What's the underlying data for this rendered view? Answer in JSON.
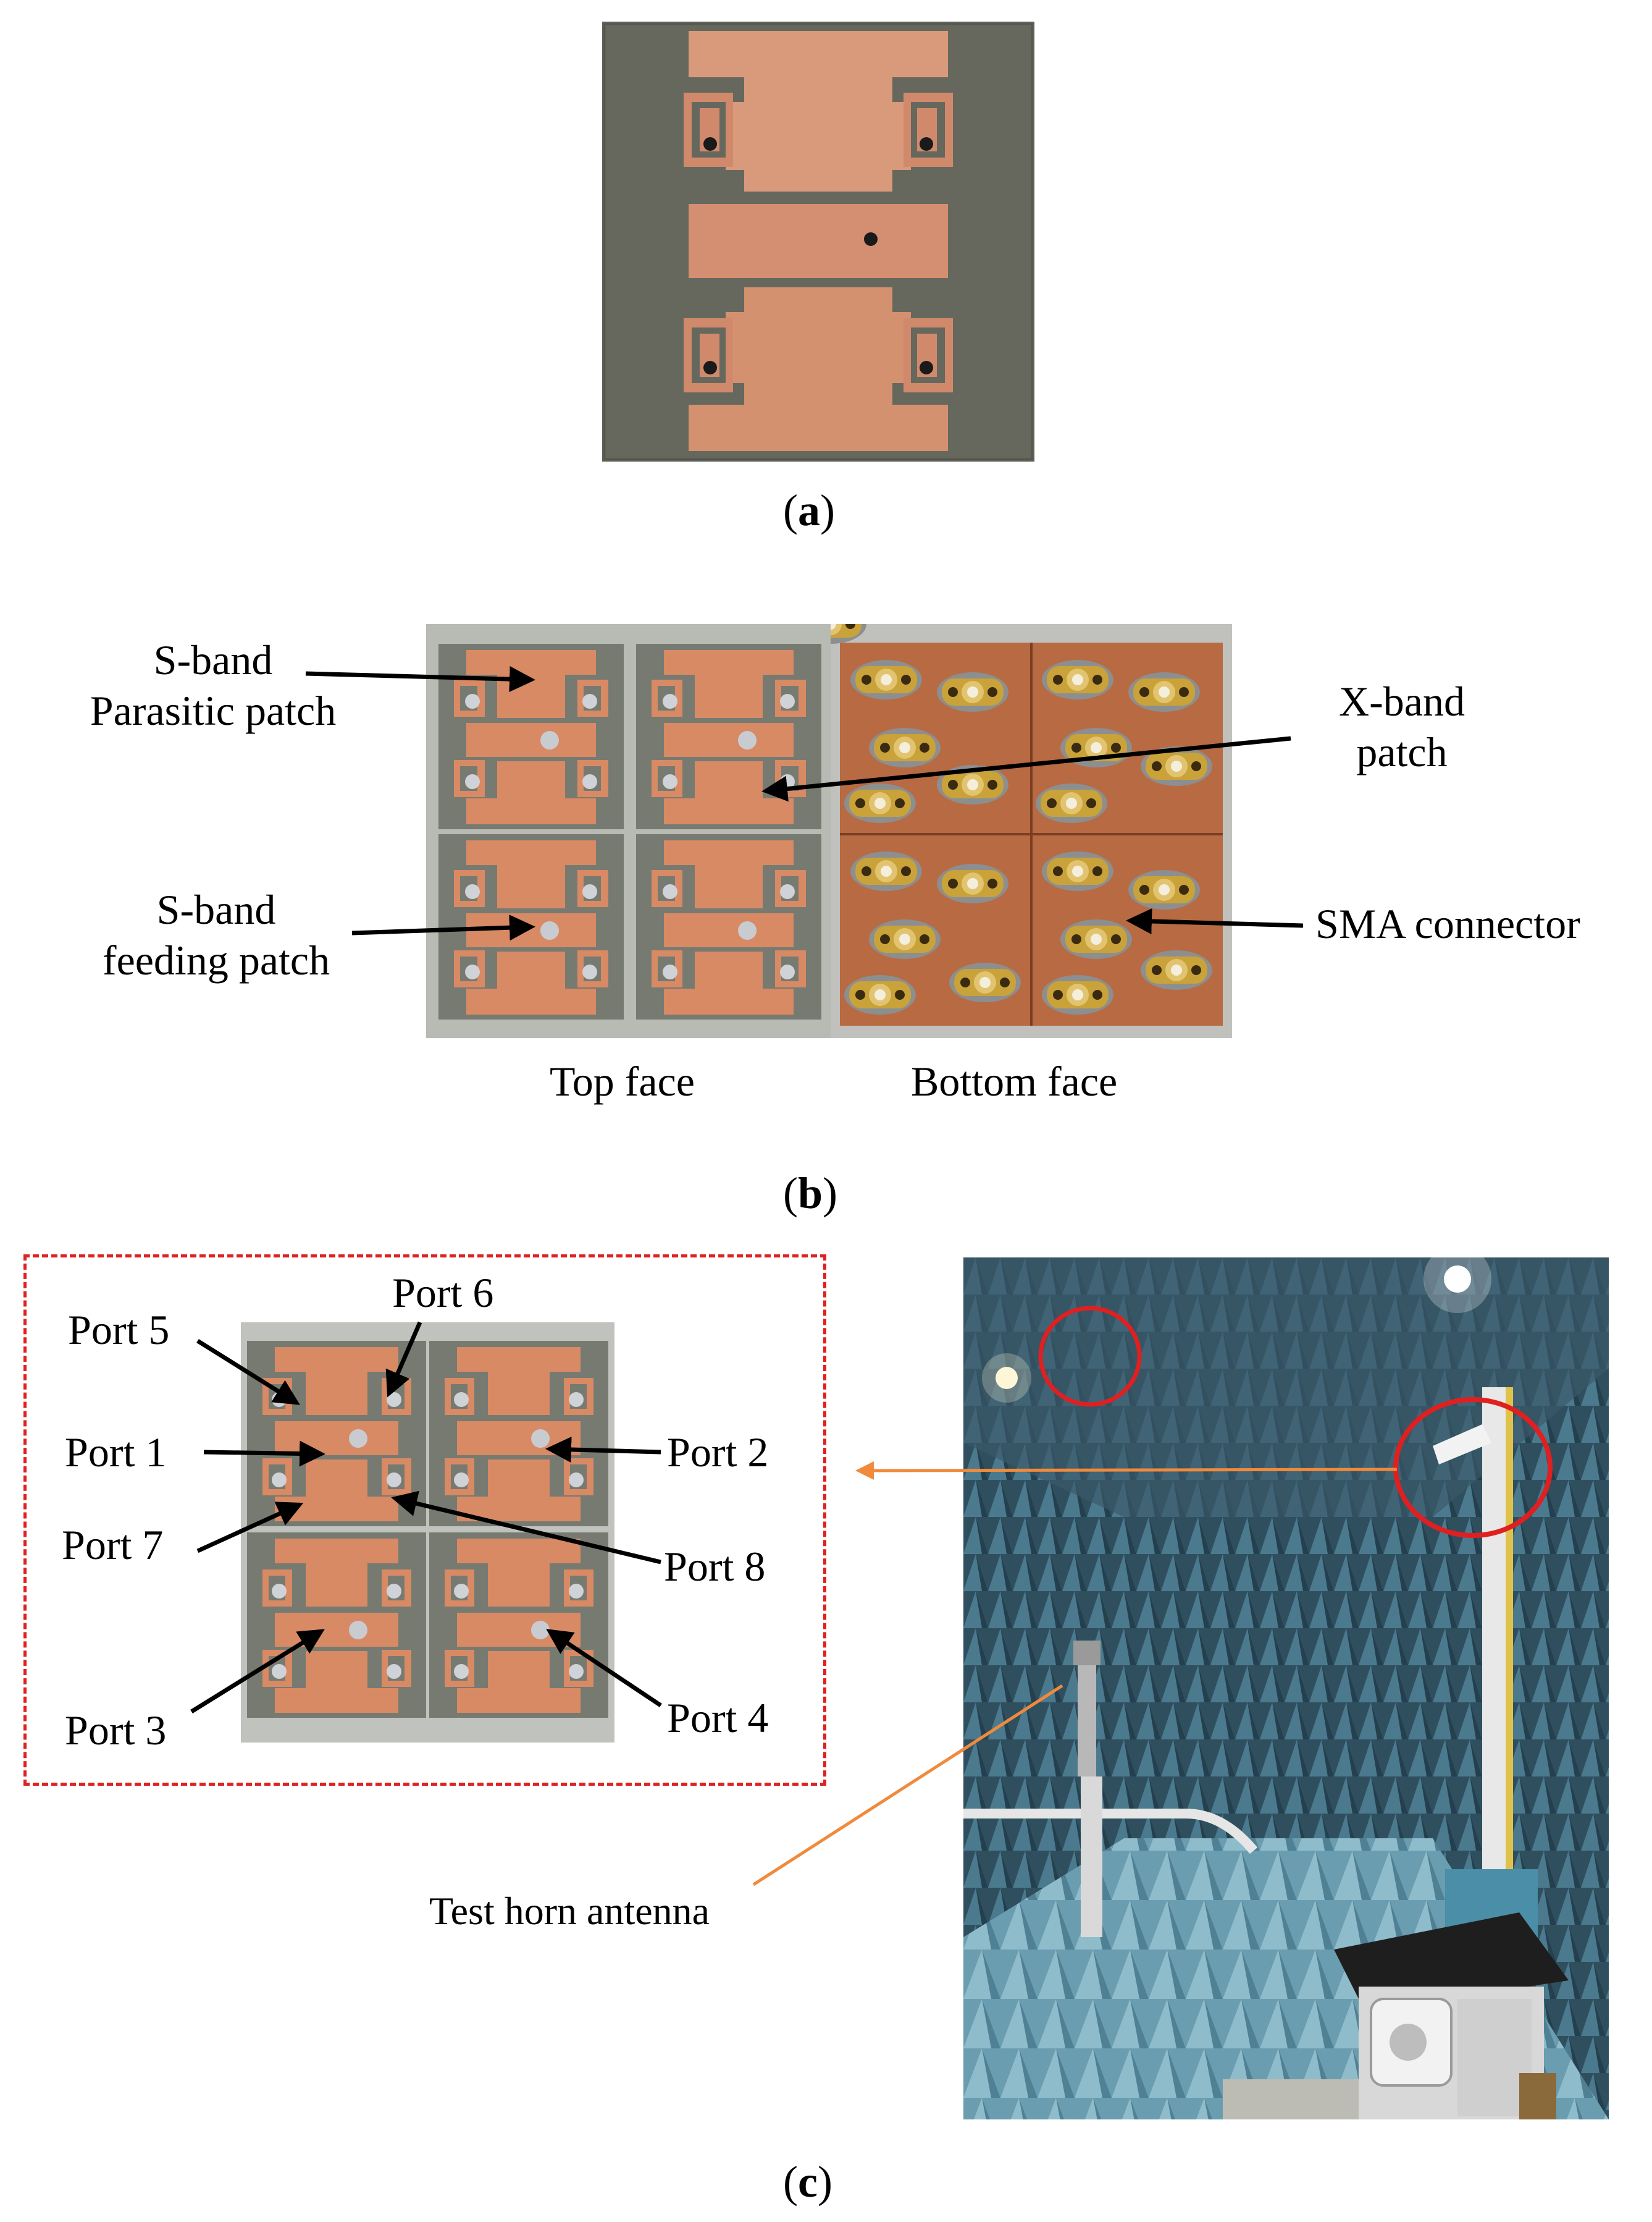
{
  "panel_a": {
    "caption_letter": "a"
  },
  "panel_b": {
    "caption_letter": "b",
    "labels": {
      "s_band_parasitic": [
        "S-band",
        "Parasitic patch"
      ],
      "s_band_feeding": [
        "S-band",
        "feeding patch"
      ],
      "x_band": [
        "X-band",
        "patch"
      ],
      "sma": "SMA connector",
      "top_face": "Top face",
      "bottom_face": "Bottom face"
    }
  },
  "panel_c": {
    "caption_letter": "c",
    "ports": {
      "p1": "Port 1",
      "p2": "Port 2",
      "p3": "Port 3",
      "p4": "Port 4",
      "p5": "Port 5",
      "p6": "Port 6",
      "p7": "Port 7",
      "p8": "Port 8"
    },
    "horn_label": "Test horn antenna"
  },
  "colors": {
    "copper": "#d98a68",
    "substrate": "#6e7066",
    "substrate_light": "#8a8c84",
    "gold": "#c9a23a",
    "chamber": "#3d6a80",
    "annotation_red": "#e02020",
    "annotation_orange": "#f08a3c"
  }
}
